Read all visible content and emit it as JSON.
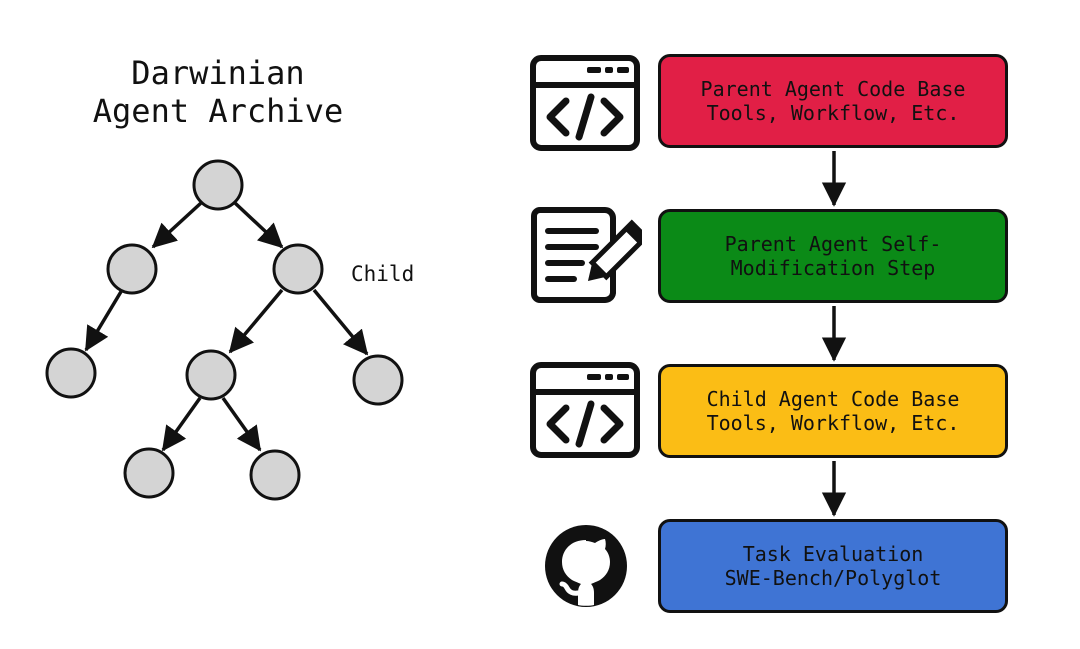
{
  "archive": {
    "title_line1": "Darwinian",
    "title_line2": "Agent Archive",
    "child_label": "Child"
  },
  "steps": [
    {
      "line1": "Parent Agent Code Base",
      "line2": "Tools, Workflow, Etc.",
      "color": "#e11f46",
      "icon": "code-window-icon"
    },
    {
      "line1": "Parent Agent Self-",
      "line2": "Modification Step",
      "color": "#0b8a17",
      "icon": "document-pencil-icon"
    },
    {
      "line1": "Child Agent Code Base",
      "line2": "Tools, Workflow, Etc.",
      "color": "#fbbd15",
      "icon": "code-window-icon"
    },
    {
      "line1": "Task Evaluation",
      "line2": "SWE-Bench/Polyglot",
      "color": "#3f74d4",
      "icon": "github-icon"
    }
  ]
}
